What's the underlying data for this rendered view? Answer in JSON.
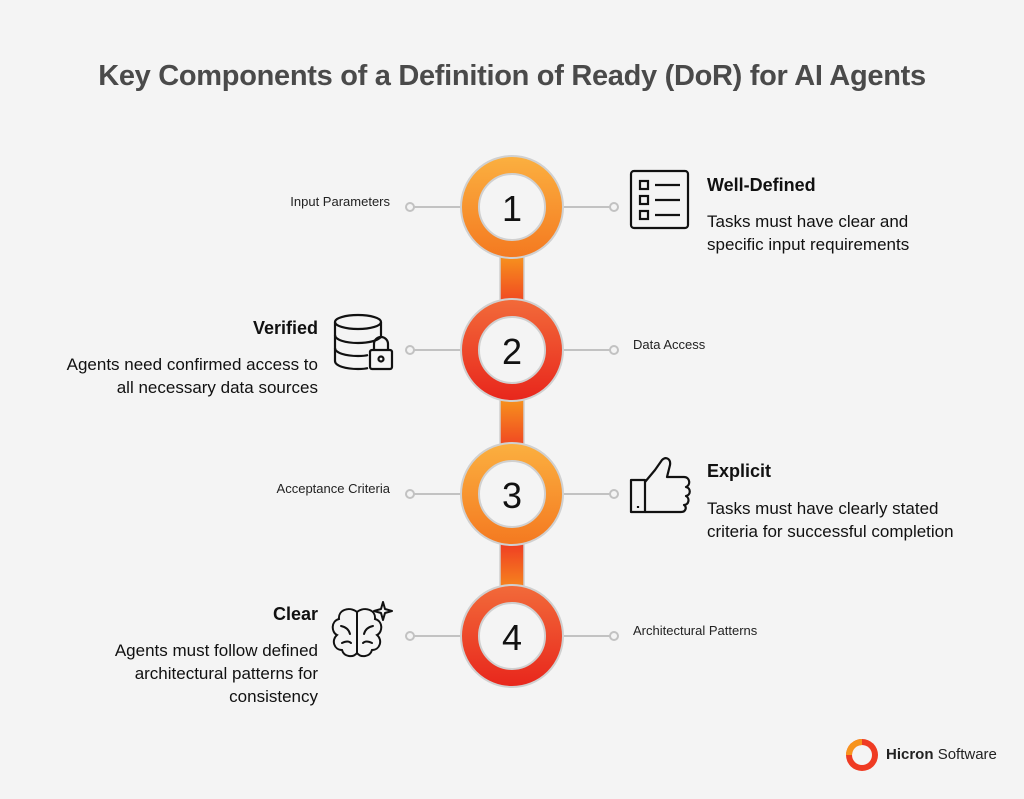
{
  "title": "Key Components of a Definition of Ready (DoR) for AI Agents",
  "steps": [
    {
      "number": "1",
      "label": "Input Parameters",
      "heading": "Well-Defined",
      "description_lines": [
        "Tasks must have clear and",
        "specific input requirements"
      ],
      "icon": "checklist-icon",
      "color": "#f7941d"
    },
    {
      "number": "2",
      "label": "Data Access",
      "heading": "Verified",
      "description_lines": [
        "Agents need confirmed access to",
        "all necessary data sources"
      ],
      "icon": "database-lock-icon",
      "color": "#ef3b23"
    },
    {
      "number": "3",
      "label": "Acceptance Criteria",
      "heading": "Explicit",
      "description_lines": [
        "Tasks must have clearly stated",
        "criteria for successful completion"
      ],
      "icon": "thumbs-up-icon",
      "color": "#f7941d"
    },
    {
      "number": "4",
      "label": "Architectural Patterns",
      "heading": "Clear",
      "description_lines": [
        "Agents must follow defined",
        "architectural patterns for",
        "consistency"
      ],
      "icon": "brain-sparkle-icon",
      "color": "#ef3b23"
    }
  ],
  "logo": {
    "brand": "Hicron",
    "suffix": "Software"
  }
}
